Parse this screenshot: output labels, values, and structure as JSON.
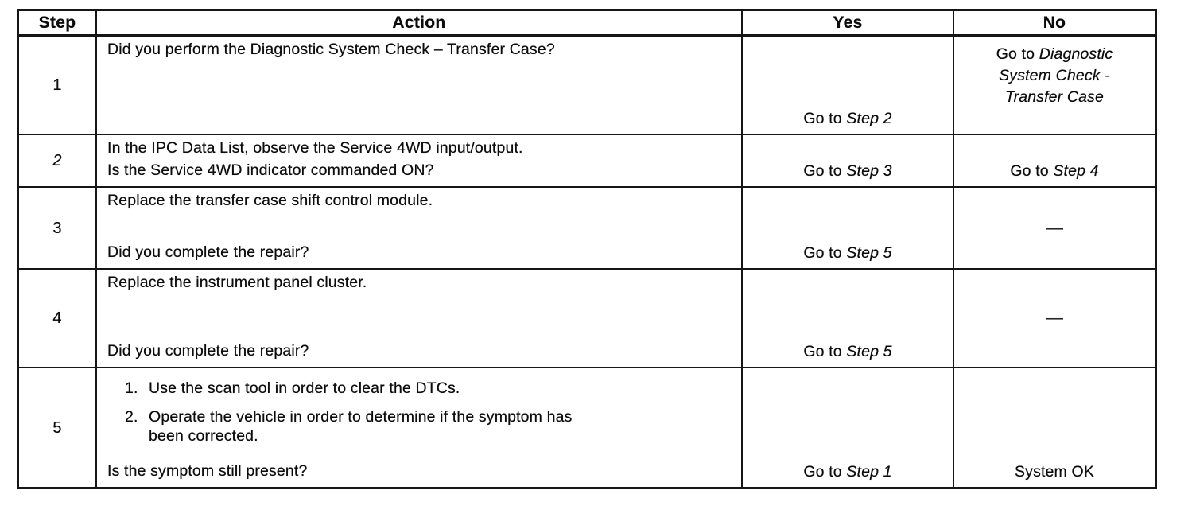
{
  "headers": {
    "step": "Step",
    "action": "Action",
    "yes": "Yes",
    "no": "No"
  },
  "rows": [
    {
      "step": "1",
      "action_question": "Did you perform the Diagnostic System Check – Transfer Case?",
      "yes_prefix": "Go to ",
      "yes_target": "Step 2",
      "no_prefix": "Go to ",
      "no_target": "Diagnostic System Check - Transfer Case"
    },
    {
      "step": "2",
      "action_instruction": "In the IPC Data List, observe the Service 4WD input/output.",
      "action_question": "Is the Service 4WD indicator commanded ON?",
      "yes_prefix": "Go to ",
      "yes_target": "Step 3",
      "no_prefix": "Go to ",
      "no_target": "Step 4"
    },
    {
      "step": "3",
      "action_instruction": "Replace the transfer case shift control module.",
      "action_question": "Did you complete the repair?",
      "yes_prefix": "Go to ",
      "yes_target": "Step 5",
      "no_dash": "—"
    },
    {
      "step": "4",
      "action_instruction": "Replace the instrument panel cluster.",
      "action_question": "Did you complete the repair?",
      "yes_prefix": "Go to ",
      "yes_target": "Step 5",
      "no_dash": "—"
    },
    {
      "step": "5",
      "action_items": [
        {
          "num": "1.",
          "text": "Use the scan tool in order to clear the DTCs."
        },
        {
          "num": "2.",
          "text": "Operate the vehicle in order to determine if the symptom has been corrected."
        }
      ],
      "action_question": "Is the symptom still present?",
      "yes_prefix": "Go to ",
      "yes_target": "Step 1",
      "no_text": "System OK"
    }
  ]
}
